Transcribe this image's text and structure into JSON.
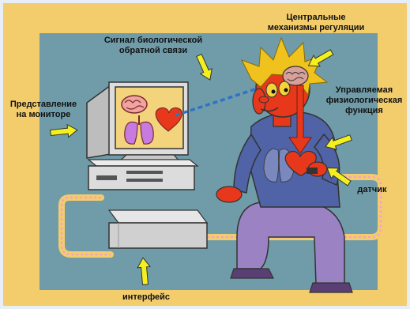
{
  "colors": {
    "frame": "#f3cd6c",
    "panel": "#6f9ca8",
    "arrow": "#f4ef1e",
    "skin": "#e8381c",
    "hair": "#f0c21e",
    "shirt": "#4f63a6",
    "pants": "#9b83c3",
    "monitor": "#dddddd",
    "screen": "#f3d47c",
    "cable": "#f3cd6c",
    "cable_dash": "#f5a0c8",
    "signal": "#2f72c8"
  },
  "labels": {
    "central": "Центральные\nмеханизмы регуляции",
    "signal": "Сигнал биологической\nобратной связи",
    "monitor": "Представление\nна мониторе",
    "function": "Управляемая\nфизиологическая\nфункция",
    "sensor": "датчик",
    "interface": "интерфейс"
  },
  "icons": [
    "brain-icon",
    "heart-icon",
    "lungs-icon"
  ]
}
